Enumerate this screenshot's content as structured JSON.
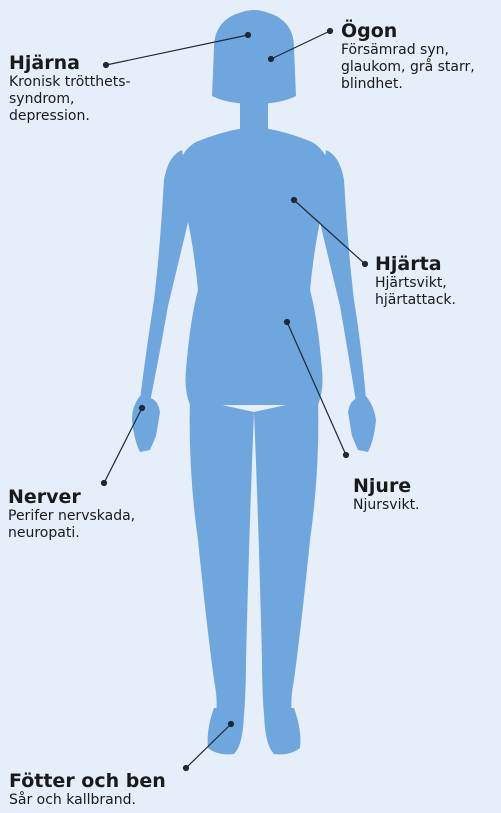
{
  "colors": {
    "background": "#e5eef9",
    "body": "#6ea6dd",
    "text": "#1a1a1a",
    "line": "#1f2a38"
  },
  "organs": [
    {
      "key": "brain",
      "title": "Hjärna",
      "desc": "Kronisk trötthets-\nsyndrom,\ndepression."
    },
    {
      "key": "eyes",
      "title": "Ögon",
      "desc": "Försämrad syn,\nglaukom, grå starr,\nblindhet."
    },
    {
      "key": "heart",
      "title": "Hjärta",
      "desc": "Hjärtsvikt,\nhjärtattack."
    },
    {
      "key": "nerves",
      "title": "Nerver",
      "desc": "Perifer nervskada,\nneuropati."
    },
    {
      "key": "kidney",
      "title": "Njure",
      "desc": "Njursvikt."
    },
    {
      "key": "feet",
      "title": "Fötter och ben",
      "desc": "Sår och kallbrand."
    }
  ]
}
